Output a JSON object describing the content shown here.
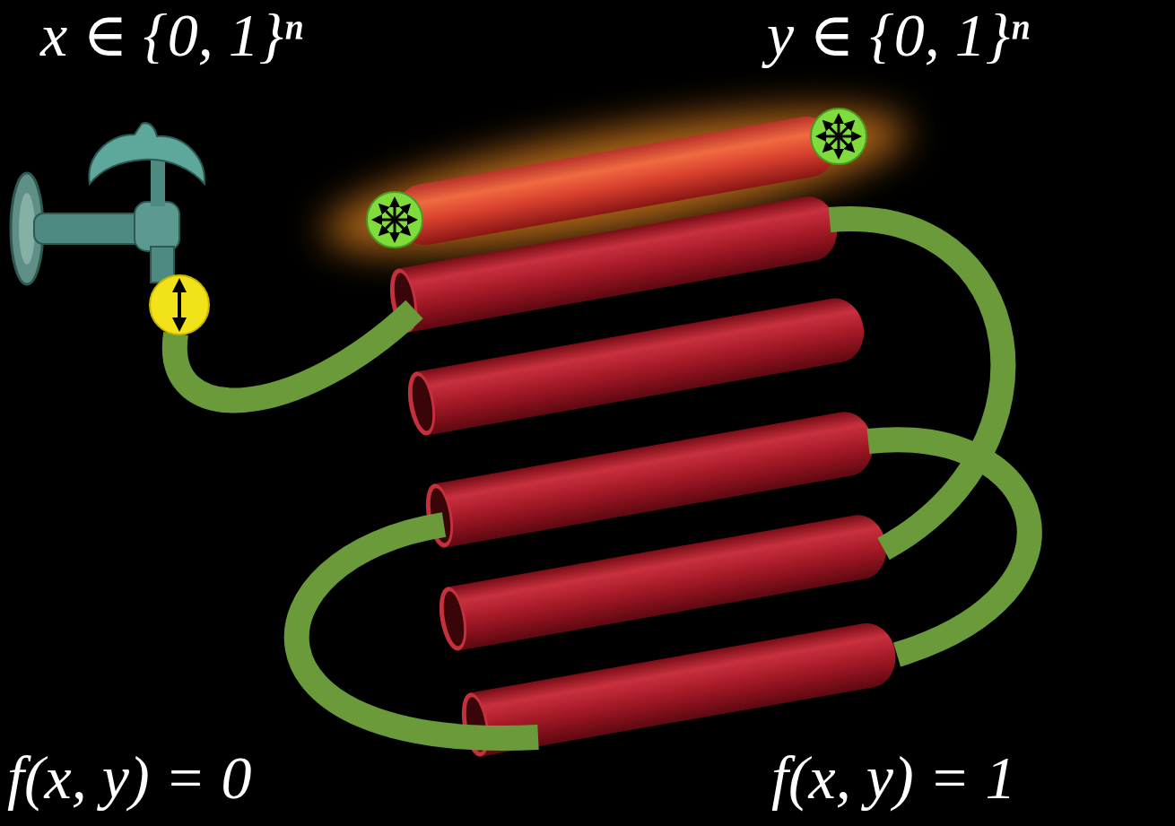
{
  "diagram": {
    "labels": [
      "x ∈ {0, 1}ⁿ",
      "y ∈ {0, 1}ⁿ",
      "f(x, y) = 0",
      "f(x, y) = 1"
    ]
  }
}
